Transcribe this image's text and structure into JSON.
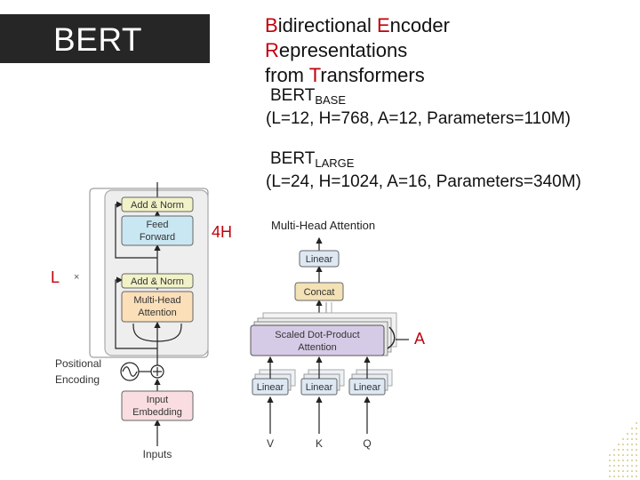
{
  "header": {
    "title": "BERT",
    "acronym_lines": [
      {
        "cap": "B",
        "rest": "idirectional ",
        "cap2": "E",
        "rest2": "ncoder"
      },
      {
        "cap": "R",
        "rest": "epresentations",
        "cap2": "",
        "rest2": ""
      },
      {
        "cap": "",
        "rest": "from ",
        "cap2": "T",
        "rest2": "ransformers"
      }
    ]
  },
  "variants": [
    {
      "name": "BERT",
      "sub": "BASE",
      "params": "(L=12, H=768, A=12, Parameters=110M)"
    },
    {
      "name": "BERT",
      "sub": "LARGE",
      "params": "(L=24, H=1024, A=16, Parameters=340M)"
    }
  ],
  "annotations": {
    "ff_label": "4H",
    "layers_label": "L",
    "heads_label": "A"
  },
  "encoder_diagram": {
    "add_norm": "Add & Norm",
    "feed_forward": [
      "Feed",
      "Forward"
    ],
    "multi_head": [
      "Multi-Head",
      "Attention"
    ],
    "input_embedding": [
      "Input",
      "Embedding"
    ],
    "positional": [
      "Positional",
      "Encoding"
    ],
    "inputs": "Inputs",
    "times": "×"
  },
  "mha_diagram": {
    "title": "Multi-Head Attention",
    "linear": "Linear",
    "concat": "Concat",
    "sdpa": [
      "Scaled Dot-Product",
      "Attention"
    ],
    "inputs": [
      "V",
      "K",
      "Q"
    ]
  },
  "colors": {
    "accent_red": "#c0000b",
    "title_bar": "#262626",
    "add_norm_fill": "#f1f2c7",
    "ff_fill": "#c9e7f3",
    "attn_fill": "#fbdfb9",
    "embed_fill": "#f9dde0",
    "sdpa_fill": "#d6cbe6"
  }
}
